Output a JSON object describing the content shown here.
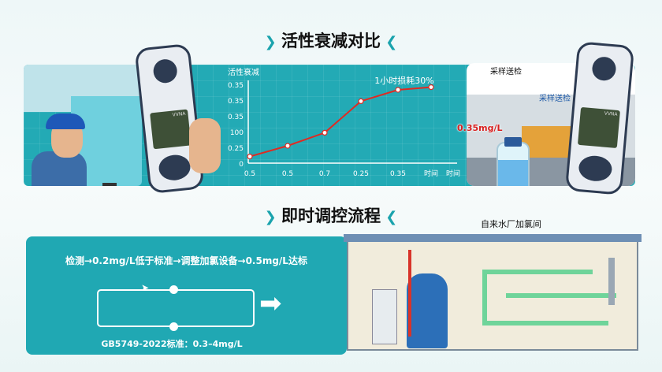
{
  "section1": {
    "title": "活性衰减对比"
  },
  "chart": {
    "y_label": "活性衰减",
    "y_ticks": [
      "0",
      "0.25",
      "100",
      "0.35",
      "0.35",
      "0.35"
    ],
    "x_ticks": [
      "0.5",
      "0.5",
      "0.7",
      "0.25",
      "0.35",
      "时间"
    ],
    "x_label": "时间",
    "annotation": "1小时损耗30%",
    "line_color": "#e02a22",
    "points_level": [
      0.42,
      1.1,
      1.93,
      3.93,
      4.65,
      4.82
    ]
  },
  "device": {
    "brand": "VVNA"
  },
  "sample": {
    "label_top": "采样送检",
    "label_side": "采样送检",
    "value": "0.35mg/L"
  },
  "section2": {
    "title": "即时调控流程"
  },
  "flow": {
    "steps": "检测→0.2mg/L低于标准→调整加氯设备→0.5mg/L达标",
    "standard": "GB5749-2022标准：0.3–4mg/L"
  },
  "building": {
    "label": "自来水厂加氯间"
  },
  "colors": {
    "teal": "#23aab5",
    "red": "#e02a22"
  }
}
